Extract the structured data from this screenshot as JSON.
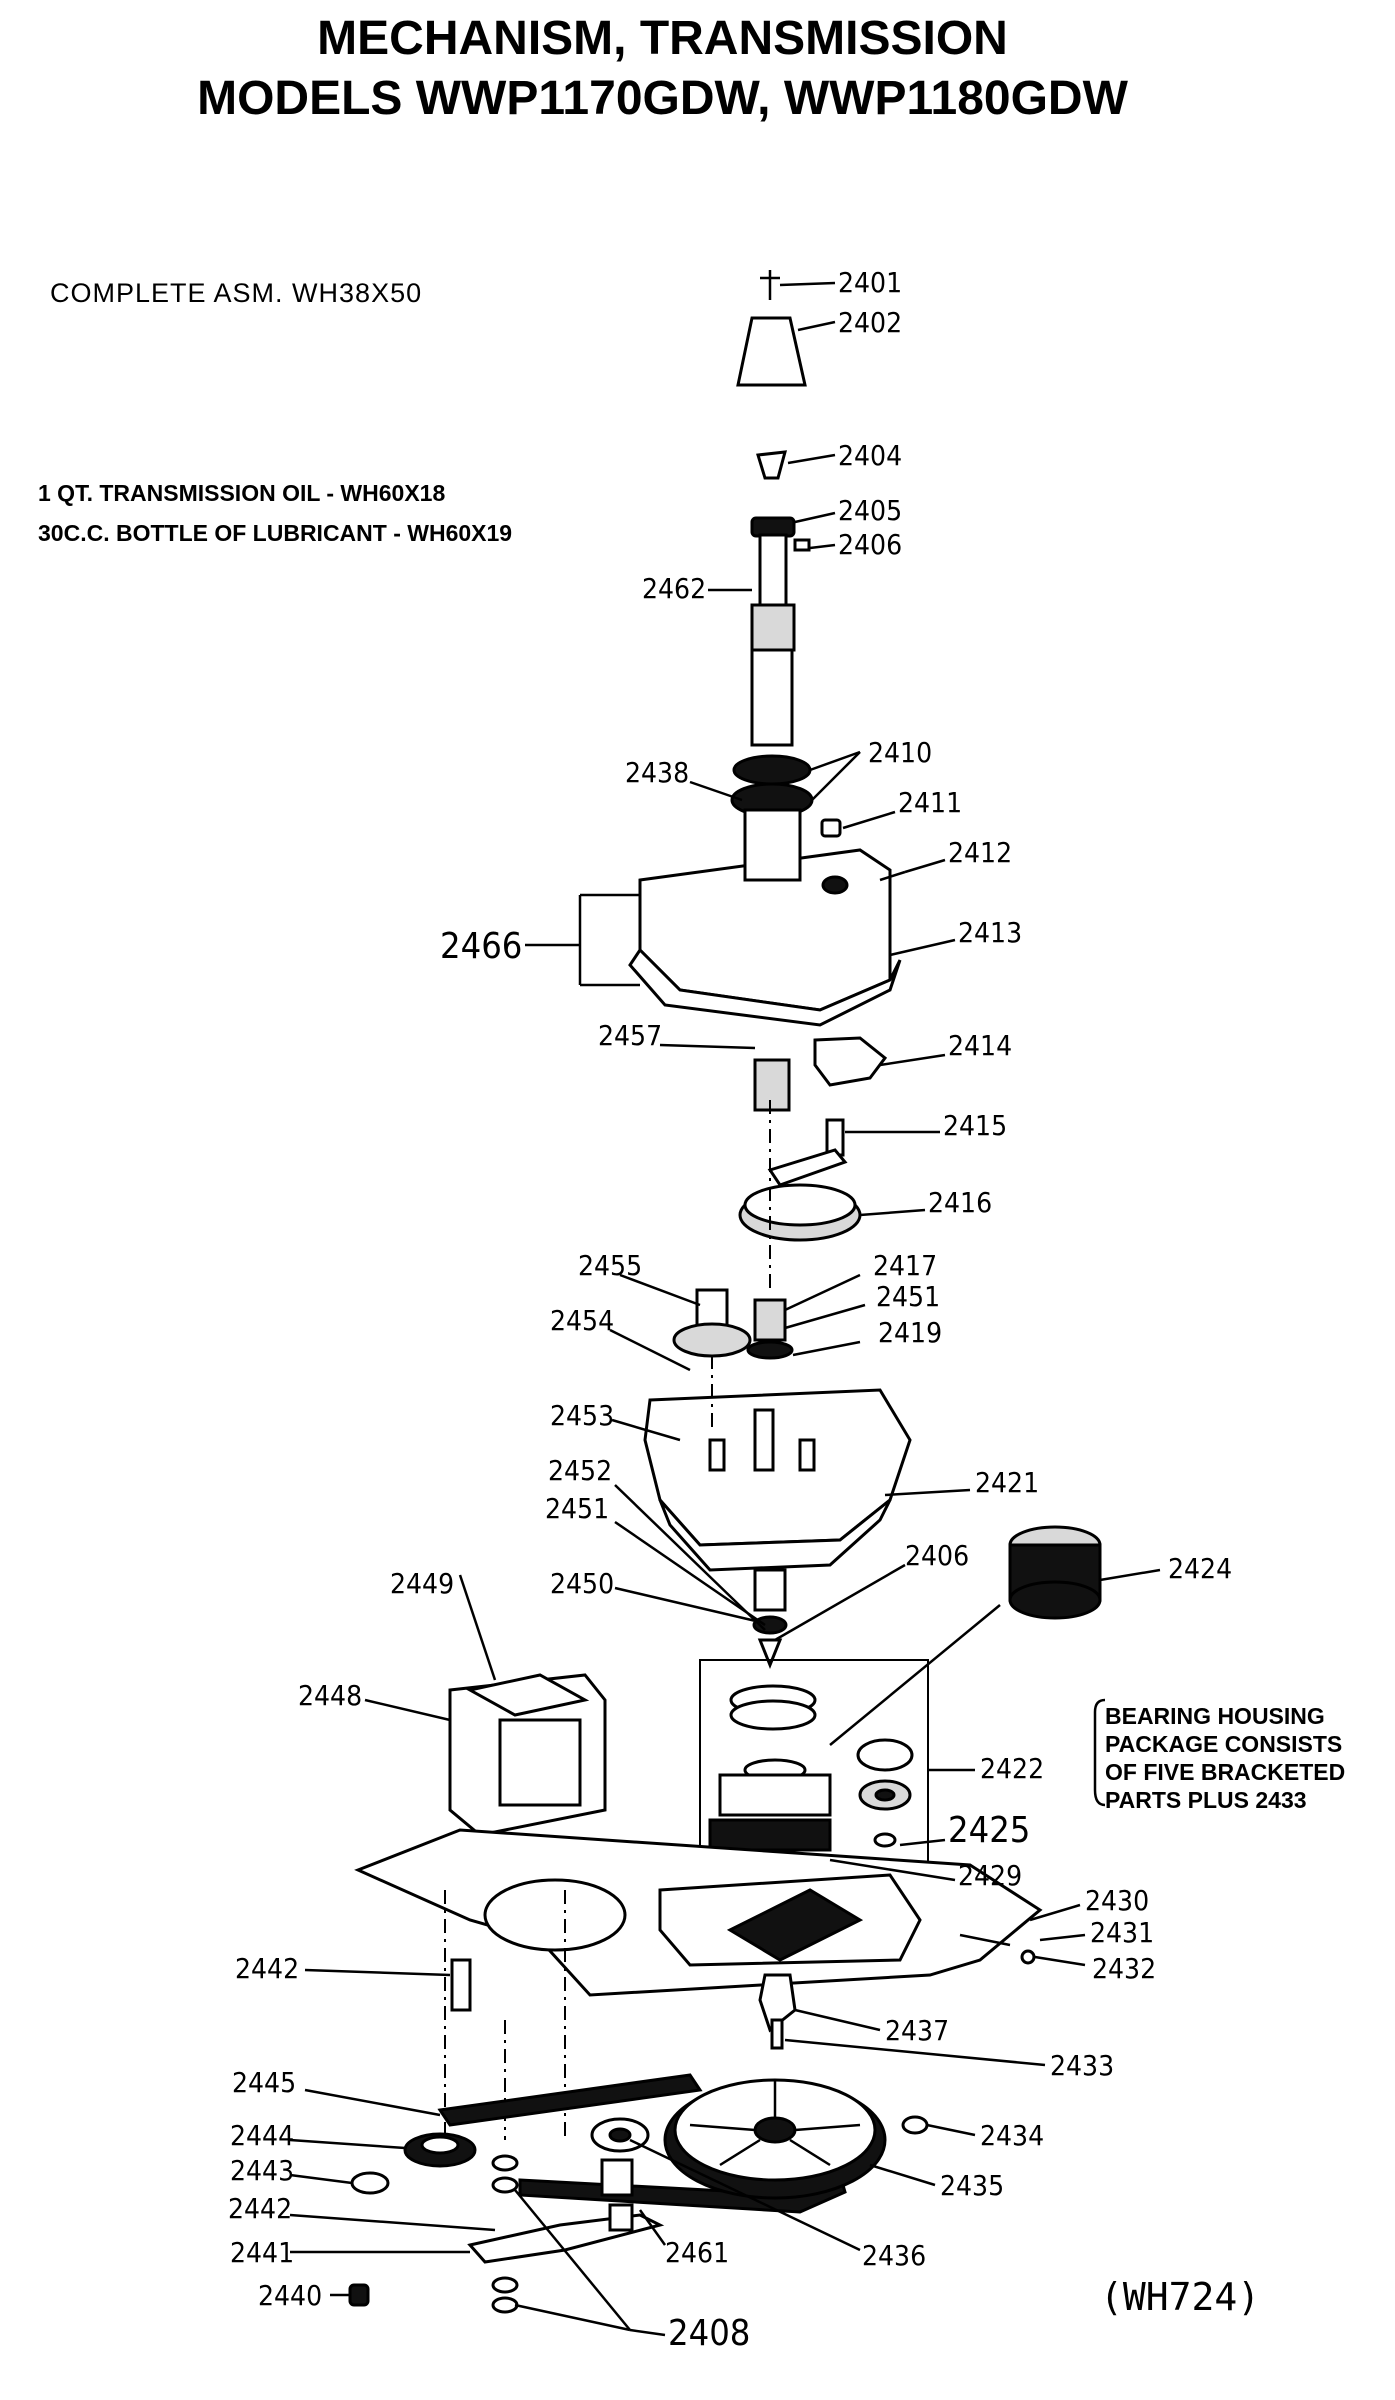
{
  "title": {
    "line1": "MECHANISM, TRANSMISSION",
    "line2": "MODELS WWP1170GDW, WWP1180GDW"
  },
  "notes": {
    "complete_asm": "COMPLETE ASM. WH38X50",
    "oil": "1 QT. TRANSMISSION OIL - WH60X18",
    "lubricant": "30C.C. BOTTLE OF LUBRICANT - WH60X19",
    "bearing_line1": "BEARING HOUSING",
    "bearing_line2": "PACKAGE CONSISTS",
    "bearing_line3": "OF FIVE BRACKETED",
    "bearing_line4": "PARTS PLUS 2433"
  },
  "reference": "(WH724)",
  "parts": {
    "p2401": "2401",
    "p2402": "2402",
    "p2404": "2404",
    "p2405": "2405",
    "p2406a": "2406",
    "p2462": "2462",
    "p2410": "2410",
    "p2438": "2438",
    "p2411": "2411",
    "p2412": "2412",
    "p2466": "2466",
    "p2413": "2413",
    "p2457": "2457",
    "p2414": "2414",
    "p2415": "2415",
    "p2416": "2416",
    "p2455": "2455",
    "p2417": "2417",
    "p2451a": "2451",
    "p2454": "2454",
    "p2419": "2419",
    "p2453": "2453",
    "p2452": "2452",
    "p2451b": "2451",
    "p2421": "2421",
    "p2406b": "2406",
    "p2450": "2450",
    "p2424": "2424",
    "p2449": "2449",
    "p2448": "2448",
    "p2422": "2422",
    "p2425": "2425",
    "p2429": "2429",
    "p2430": "2430",
    "p2431": "2431",
    "p2432": "2432",
    "p2442a": "2442",
    "p2437": "2437",
    "p2433": "2433",
    "p2445": "2445",
    "p2444": "2444",
    "p2434": "2434",
    "p2443": "2443",
    "p2442b": "2442",
    "p2435": "2435",
    "p2461": "2461",
    "p2441": "2441",
    "p2436": "2436",
    "p2440": "2440",
    "p2408": "2408"
  }
}
